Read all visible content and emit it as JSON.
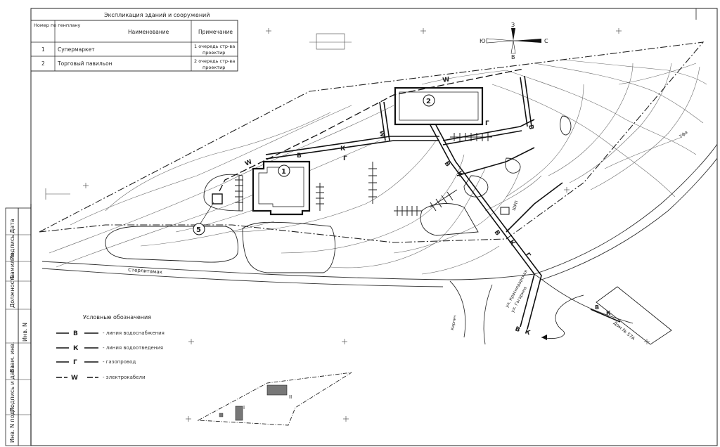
{
  "explication": {
    "title": "Экспликация зданий и сооружений",
    "headers": [
      "Номер по генплану",
      "Наименование",
      "Примечание"
    ],
    "rows": [
      {
        "num": "1",
        "name": "Супермаркет",
        "note_1": "1 очередь стр-ва",
        "note_2": "проектир"
      },
      {
        "num": "2",
        "name": "Торговый павильон",
        "note_1": "2 очередь стр-ва",
        "note_2": "проектир"
      }
    ]
  },
  "legend": {
    "title": "Условные обозначения",
    "items": [
      {
        "symbol": "В",
        "label": "- линия водоснабжения"
      },
      {
        "symbol": "К",
        "label": "- линия водоотведения"
      },
      {
        "symbol": "Г",
        "label": "- газопровод"
      },
      {
        "symbol": "W",
        "label": "- электрокабели"
      }
    ]
  },
  "side_stamp": [
    "Дата",
    "Подпись",
    "Фамилия",
    "Должность",
    "Инв. N",
    "Взам. инв.",
    "Подпись и дата",
    "Инв. N подл."
  ],
  "markers": {
    "building_1": "1",
    "building_2": "2",
    "item_5": "5",
    "shp": "ШРП"
  },
  "streets": {
    "sterlitamak": "Стерлитамак",
    "krasnodarskaya": "ул. Краснодарская",
    "gagarina": "ул. Гагарина",
    "ufa": "Уфа",
    "kirpich": "Кирпич",
    "house": "Дом № 57А"
  },
  "compass": {
    "n": "С",
    "s": "Ю",
    "e": "В",
    "w": "З"
  },
  "mini_plan": {
    "label_1": "I",
    "label_2": "II"
  },
  "colors": {
    "line": "#1a1a1a",
    "contour": "#6b6b6b",
    "paper": "#ffffff"
  }
}
